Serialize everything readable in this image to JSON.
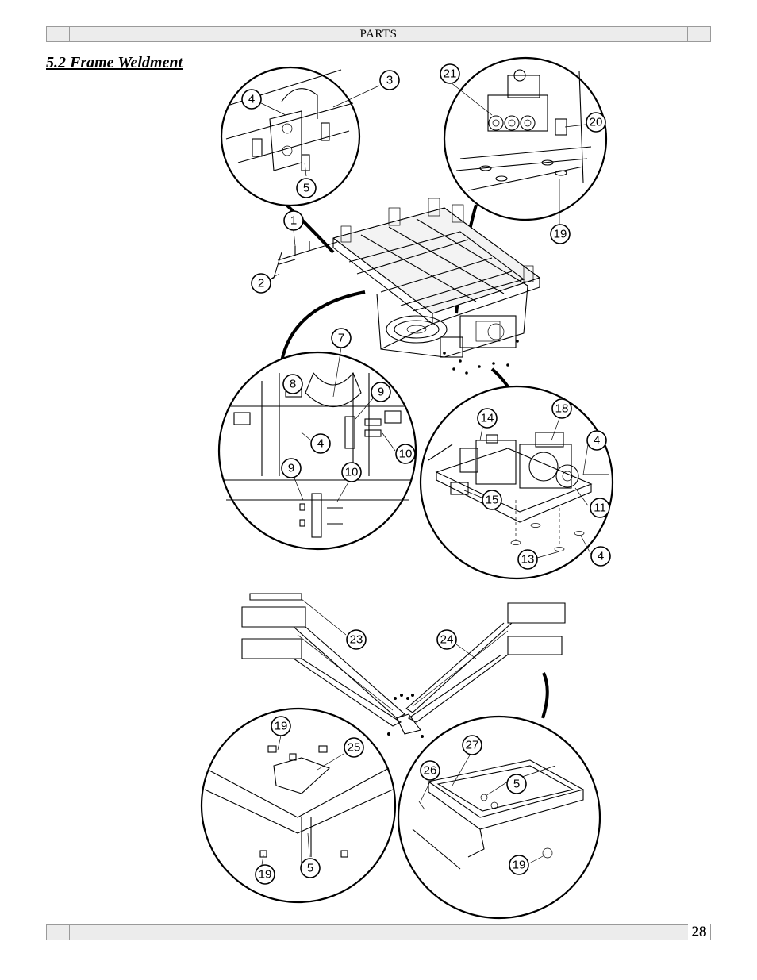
{
  "header": {
    "title": "PARTS"
  },
  "section": {
    "title": "5.2 Frame Weldment"
  },
  "footer": {
    "page_number": "28"
  },
  "callouts": [
    "1",
    "2",
    "3",
    "4",
    "5",
    "7",
    "8",
    "9",
    "10",
    "11",
    "13",
    "14",
    "15",
    "18",
    "19",
    "20",
    "21",
    "23",
    "24",
    "25",
    "26",
    "27"
  ]
}
